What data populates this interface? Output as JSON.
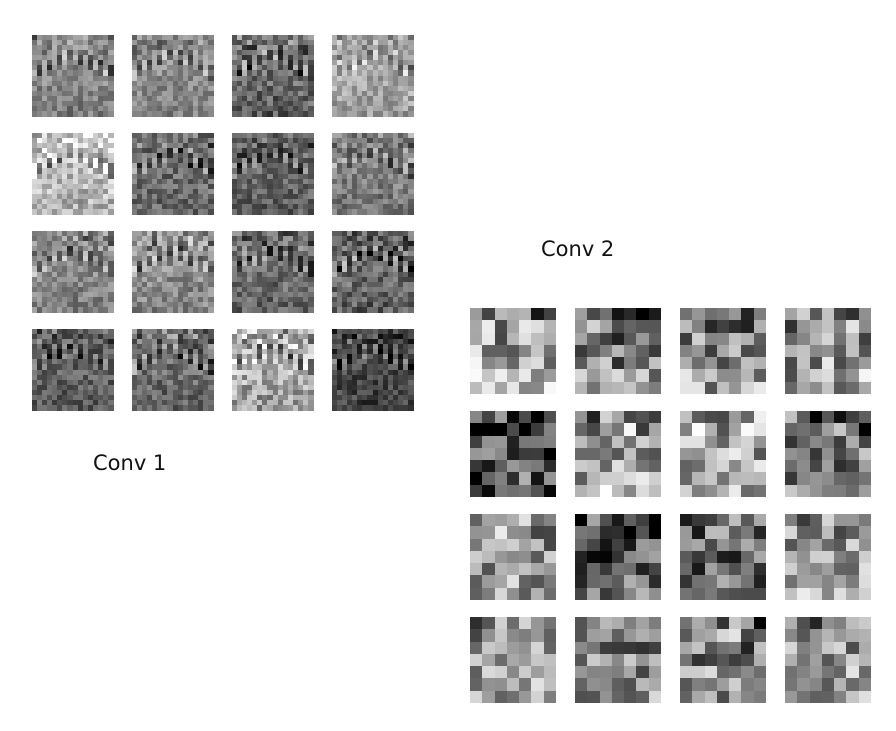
{
  "conv1": {
    "label": "Conv 1",
    "kind": "feature-map-grid",
    "rows": 4,
    "cols": 4,
    "resolution": 16,
    "maps": [
      {
        "brightness": 0.5,
        "contrast": 0.55
      },
      {
        "brightness": 0.52,
        "contrast": 0.5
      },
      {
        "brightness": 0.38,
        "contrast": 0.65
      },
      {
        "brightness": 0.62,
        "contrast": 0.55
      },
      {
        "brightness": 0.7,
        "contrast": 0.7
      },
      {
        "brightness": 0.4,
        "contrast": 0.6
      },
      {
        "brightness": 0.36,
        "contrast": 0.55
      },
      {
        "brightness": 0.46,
        "contrast": 0.55
      },
      {
        "brightness": 0.5,
        "contrast": 0.55
      },
      {
        "brightness": 0.52,
        "contrast": 0.6
      },
      {
        "brightness": 0.4,
        "contrast": 0.6
      },
      {
        "brightness": 0.38,
        "contrast": 0.65
      },
      {
        "brightness": 0.34,
        "contrast": 0.55
      },
      {
        "brightness": 0.4,
        "contrast": 0.6
      },
      {
        "brightness": 0.62,
        "contrast": 0.8
      },
      {
        "brightness": 0.26,
        "contrast": 0.55
      }
    ]
  },
  "conv2": {
    "label": "Conv 2",
    "kind": "feature-map-grid",
    "rows": 4,
    "cols": 4,
    "resolution": 7,
    "maps": [
      {
        "brightness": 0.62,
        "contrast": 0.75
      },
      {
        "brightness": 0.45,
        "contrast": 0.8
      },
      {
        "brightness": 0.55,
        "contrast": 0.7
      },
      {
        "brightness": 0.58,
        "contrast": 0.75
      },
      {
        "brightness": 0.28,
        "contrast": 0.8
      },
      {
        "brightness": 0.62,
        "contrast": 0.75
      },
      {
        "brightness": 0.63,
        "contrast": 0.7
      },
      {
        "brightness": 0.45,
        "contrast": 0.75
      },
      {
        "brightness": 0.55,
        "contrast": 0.65
      },
      {
        "brightness": 0.35,
        "contrast": 0.75
      },
      {
        "brightness": 0.4,
        "contrast": 0.75
      },
      {
        "brightness": 0.6,
        "contrast": 0.65
      },
      {
        "brightness": 0.55,
        "contrast": 0.7
      },
      {
        "brightness": 0.55,
        "contrast": 0.75
      },
      {
        "brightness": 0.5,
        "contrast": 0.8
      },
      {
        "brightness": 0.58,
        "contrast": 0.65
      }
    ]
  }
}
